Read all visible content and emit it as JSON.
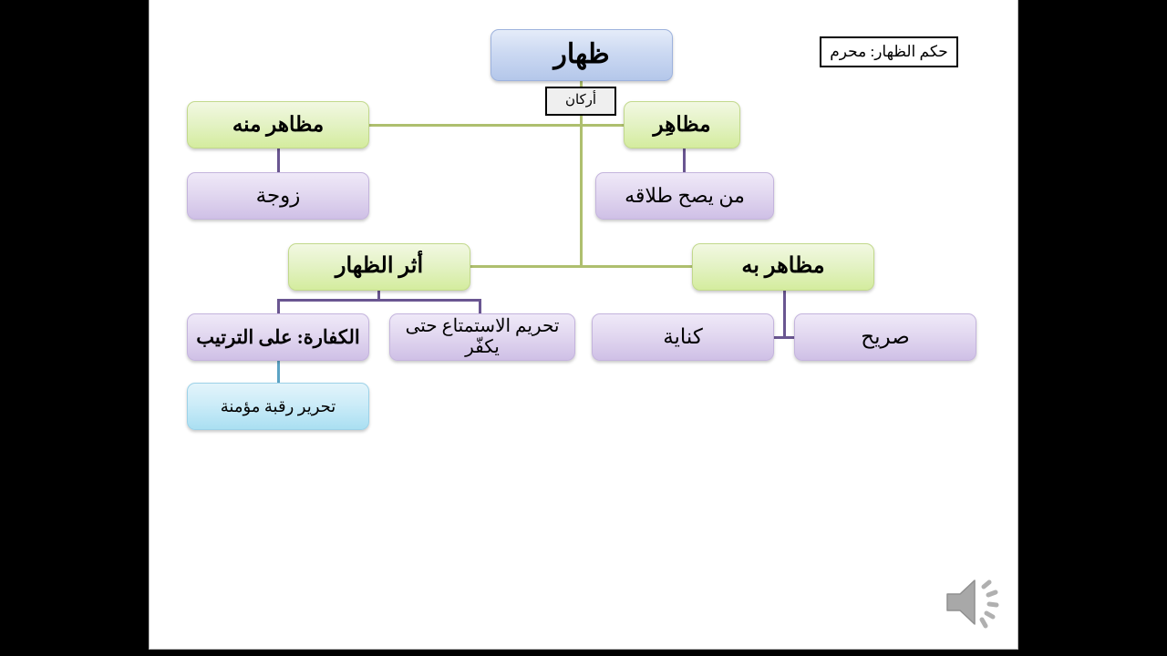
{
  "slide": {
    "title_box": "ظهار",
    "top_right_note": "حكم الظهار: محرم",
    "pillars_label": "أركان",
    "nodes": {
      "muzahar_minhu": "مظاهر منه",
      "zawja": "زوجة",
      "muzahir": "مظاهِر",
      "man_yasihhu_talaquhu": "من يصح طلاقه",
      "athar_al_zihar": "أثر الظهار",
      "muzahar_bihi": "مظاهر به",
      "kaffara": "الكفارة: على الترتيب",
      "tahrim_istimta": "تحريم الاستمتاع حتى يكفّر",
      "tahrir_raqaba": "تحرير رقبة مؤمنة",
      "kinaya": "كناية",
      "sarih": "صريح"
    },
    "media": {
      "audio_icon": "speaker-icon"
    },
    "colors": {
      "title_fill": "#ccd9f2",
      "green_fill": "#e3f2c3",
      "purple_fill": "#e2d8f0",
      "lightblue_fill": "#ccecf8",
      "green_connector": "#aebf6e",
      "purple_connector": "#6a5691",
      "blue_connector": "#5ba3c4",
      "letterbox": "#000000",
      "canvas": "#ffffff"
    }
  }
}
